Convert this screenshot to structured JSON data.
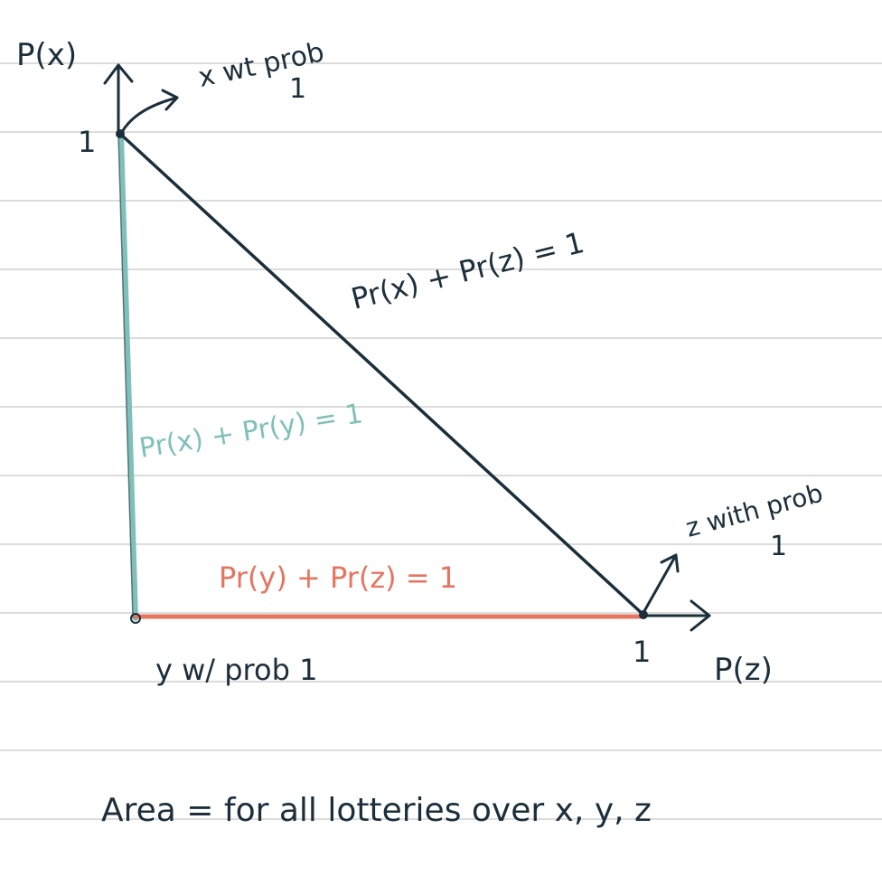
{
  "colors": {
    "paper": "#ffffff",
    "ruled_line": "#dcdcdc",
    "ink": "#1b2e3a",
    "teal": "#7fc0b8",
    "red": "#e57561"
  },
  "axes": {
    "y_axis_label": "P(x)",
    "x_axis_label": "P(z)",
    "y_tick": "1",
    "x_tick": "1"
  },
  "annotations": {
    "x_vertex": "x wt prob",
    "x_vertex_prob": "1",
    "z_vertex": "z with prob",
    "z_vertex_prob": "1",
    "y_vertex": "y w/ prob 1",
    "hypotenuse_label": "Pr(x) + Pr(z) = 1",
    "vertical_label": "Pr(x) + Pr(y) = 1",
    "horizontal_label": "Pr(y) + Pr(z) = 1"
  },
  "caption": "Area = for all lotteries over x, y, z"
}
